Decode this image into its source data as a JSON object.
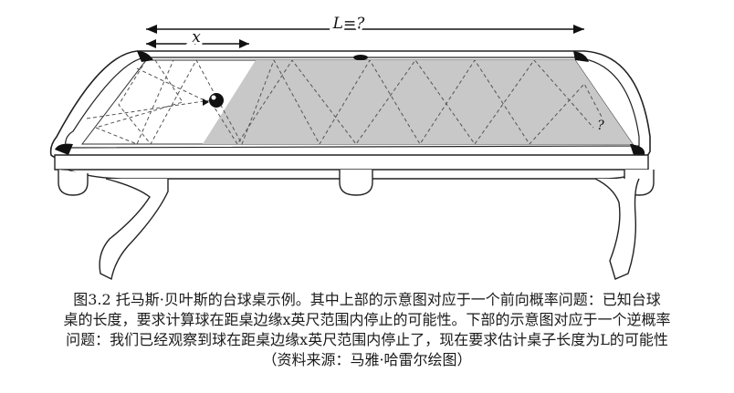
{
  "figure": {
    "dim_L_label": "L=?",
    "dim_x_label": "x",
    "question_mark": "?"
  },
  "caption": {
    "line1": "图3.2 托马斯·贝叶斯的台球桌示例。其中上部的示意图对应于一个前向概率问题：已知台球",
    "line2": "桌的长度，要求计算球在距桌边缘x英尺范围内停止的可能性。下部的示意图对应于一个逆概率",
    "line3": "问题：我们已经观察到球在距桌边缘x英尺范围内停止了，现在要求估计桌子长度为L的可能性",
    "line4": "（资料来源：马雅·哈雷尔绘图）"
  }
}
